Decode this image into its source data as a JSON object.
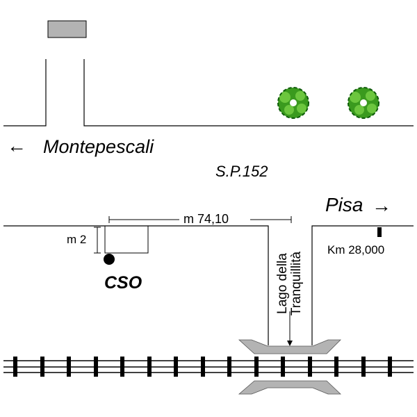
{
  "labels": {
    "montepescali": "Montepescali",
    "road": "S.P.152",
    "pisa": "Pisa",
    "arrow_left": "←",
    "arrow_right": "→",
    "distance": "m 74,10",
    "depth": "m 2",
    "cso": "CSO",
    "km": "Km 28,000",
    "street_line1": "Lago della",
    "street_line2": "Tranquillità"
  },
  "colors": {
    "line": "#000000",
    "building": "#b3b3b3",
    "bridge": "#b3b3b3",
    "tree": "#3a9a1e",
    "tree_dark": "#0e5a0a",
    "rail": "#000000"
  },
  "icons": {
    "building": "building-icon",
    "tree": "tree-icon",
    "point": "cso-point-icon",
    "marker": "km-marker-icon"
  }
}
